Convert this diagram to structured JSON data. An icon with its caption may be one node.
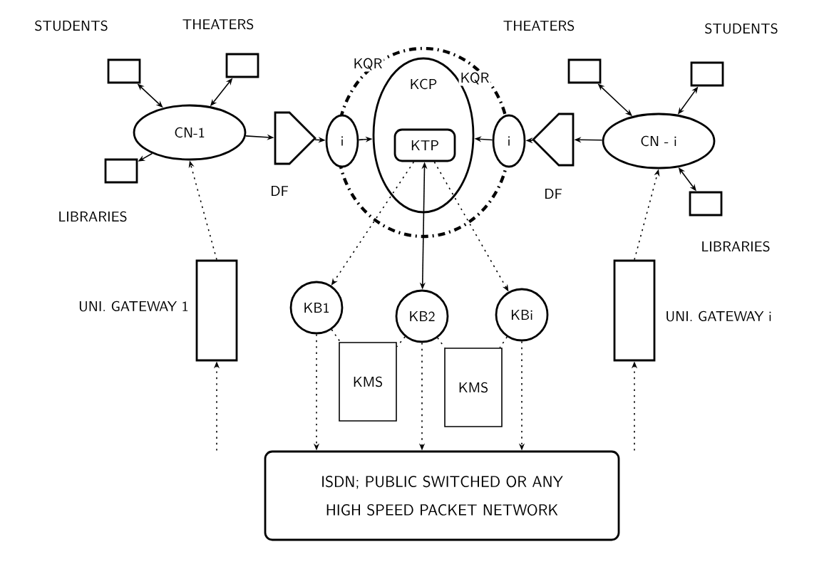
{
  "diagram": {
    "nodes": [
      {
        "text": [],
        "shape": "box",
        "beside": [
          "STUDENTS"
        ]
      },
      {
        "text": [],
        "shape": "box",
        "beside": [
          "THEATERS"
        ]
      },
      {
        "text": [],
        "shape": "box",
        "beside": [
          "LIBRARIES"
        ]
      },
      {
        "text": [
          "CN-1"
        ]
      },
      {
        "text": [],
        "shape": "pentagon",
        "beside": [
          "DF"
        ]
      },
      {
        "text": [
          "i"
        ]
      },
      {
        "text": [
          "KCP"
        ]
      },
      {
        "text": [
          "KTP"
        ],
        "in": 6
      },
      {
        "text": [
          "i"
        ]
      },
      {
        "text": [],
        "shape": "pentagon",
        "beside": [
          "DF"
        ]
      },
      {
        "text": [
          "CN - i"
        ]
      },
      {
        "text": [],
        "shape": "box",
        "beside": [
          "THEATERS"
        ]
      },
      {
        "text": [],
        "shape": "box",
        "beside": [
          "STUDENTS"
        ]
      },
      {
        "text": [],
        "shape": "box",
        "beside": [
          "LIBRARIES"
        ]
      },
      {
        "text": [],
        "shape": "box",
        "beside": [
          "UNI. GATEWAY 1"
        ]
      },
      {
        "text": [
          "KB1"
        ]
      },
      {
        "text": [
          "KB2"
        ]
      },
      {
        "text": [
          "KBi"
        ]
      },
      {
        "text": [
          "KMS"
        ]
      },
      {
        "text": [
          "KMS"
        ]
      },
      {
        "text": [],
        "shape": "box",
        "beside": [
          "UNI. GATEWAY i"
        ]
      },
      {
        "text": [
          "ISDN; PUBLIC SWITCHED OR ANY HIGH SPEED PACKET NETWORK"
        ]
      }
    ],
    "edges": [
      {
        "from": 0,
        "to": 3,
        "arrow": "both"
      },
      {
        "from": 1,
        "to": 3,
        "arrow": "both"
      },
      {
        "from": 3,
        "to": 2,
        "arrow": "to"
      },
      {
        "from": 3,
        "to": 4,
        "arrow": "to"
      },
      {
        "from": 4,
        "to": 5,
        "arrow": "to"
      },
      {
        "from": 5,
        "to": 6,
        "arrow": "to"
      },
      {
        "from": 8,
        "to": 6,
        "arrow": "to"
      },
      {
        "from": 9,
        "to": 8,
        "arrow": "to"
      },
      {
        "from": 10,
        "to": 9,
        "arrow": "to"
      },
      {
        "from": 11,
        "to": 10,
        "arrow": "both"
      },
      {
        "from": 12,
        "to": 10,
        "arrow": "both"
      },
      {
        "from": 13,
        "to": 10,
        "arrow": "both"
      },
      {
        "from": 14,
        "to": 3,
        "arrow": "to",
        "style": "dashed"
      },
      {
        "from": 20,
        "to": 10,
        "arrow": "to",
        "style": "dashed"
      },
      {
        "from": 7,
        "to": 16,
        "arrow": "both"
      },
      {
        "from": 7,
        "to": 15,
        "arrow": "to",
        "style": "dashed"
      },
      {
        "from": 7,
        "to": 17,
        "arrow": "to",
        "style": "dashed"
      },
      {
        "from": 15,
        "to": 18,
        "arrow": "none",
        "style": "dashed"
      },
      {
        "from": 16,
        "to": 18,
        "arrow": "none",
        "style": "dashed"
      },
      {
        "from": 16,
        "to": 19,
        "arrow": "none",
        "style": "dashed"
      },
      {
        "from": 17,
        "to": 19,
        "arrow": "none",
        "style": "dashed"
      },
      {
        "from": 15,
        "to": 21,
        "arrow": "to",
        "style": "dashed"
      },
      {
        "from": 16,
        "to": 21,
        "arrow": "to",
        "style": "dashed"
      },
      {
        "from": 17,
        "to": 21,
        "arrow": "to",
        "style": "dashed"
      },
      {
        "from": 21,
        "to": 14,
        "arrow": "to",
        "style": "dashed"
      },
      {
        "from": 21,
        "to": 20,
        "arrow": "to",
        "style": "dashed"
      }
    ],
    "labels": [
      "KQR",
      "KQR"
    ]
  }
}
